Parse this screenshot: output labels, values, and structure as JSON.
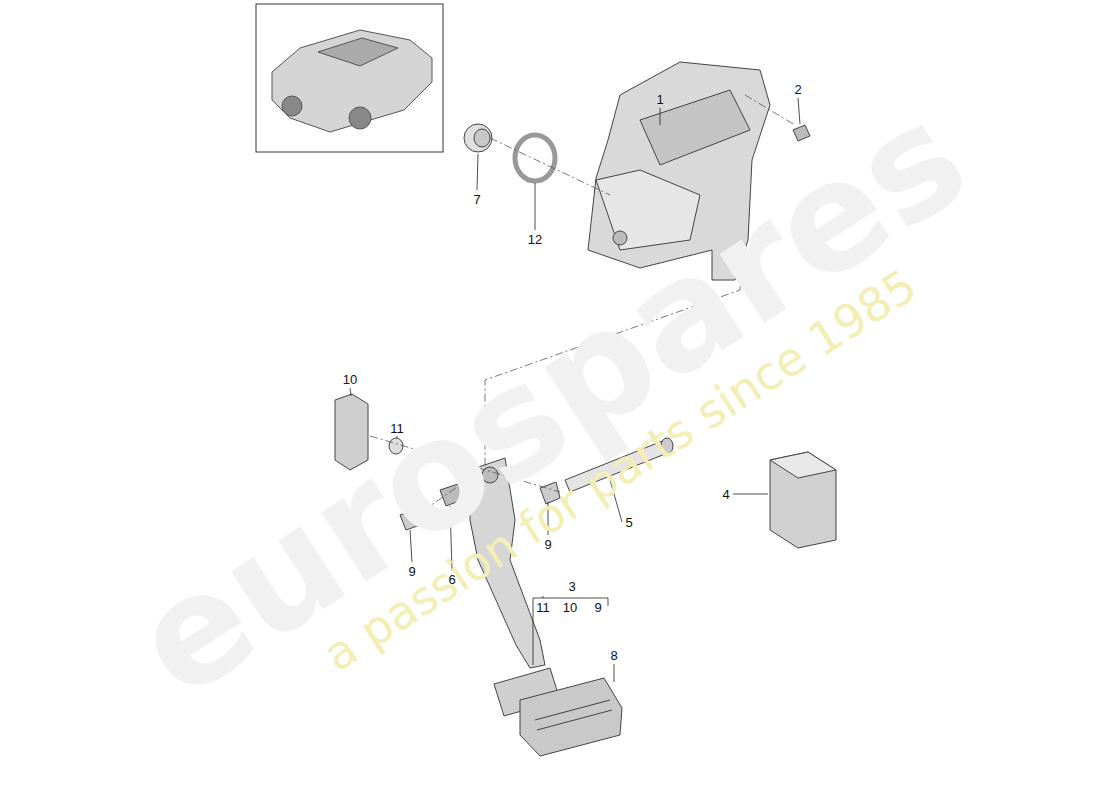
{
  "diagram": {
    "labels": [
      "eurospares",
      "a passion for parts since 1985",
      "1",
      "2",
      "7",
      "12",
      "10",
      "11",
      "5",
      "9",
      "9",
      "6",
      "3",
      "11",
      "10",
      "9",
      "4",
      "8"
    ]
  }
}
